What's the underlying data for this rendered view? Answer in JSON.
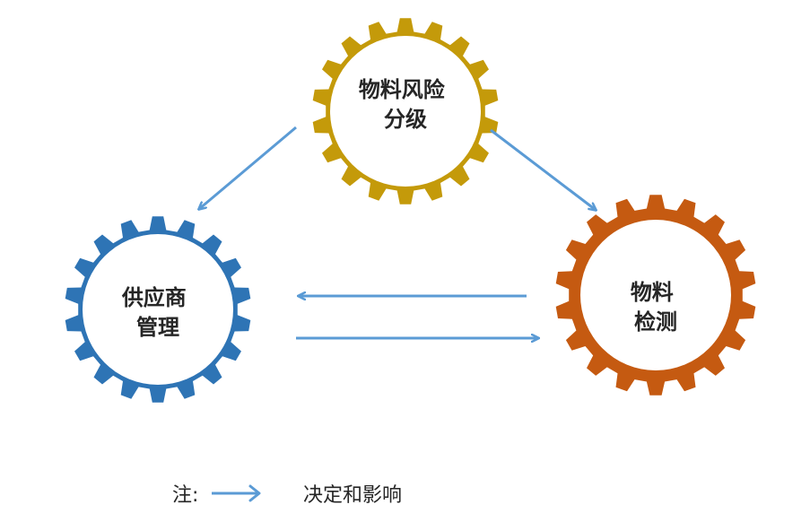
{
  "nodes": [
    {
      "id": "risk",
      "lines": [
        "物料风险",
        "分级"
      ],
      "color": "#C49A0A"
    },
    {
      "id": "supplier",
      "lines": [
        "供应商",
        "管理"
      ],
      "color": "#2E74B5"
    },
    {
      "id": "testing",
      "lines": [
        "物料",
        "检测"
      ],
      "color": "#C55A11"
    }
  ],
  "arrow_color": "#5B9BD5",
  "legend": {
    "prefix": "注:",
    "description": "决定和影响"
  }
}
